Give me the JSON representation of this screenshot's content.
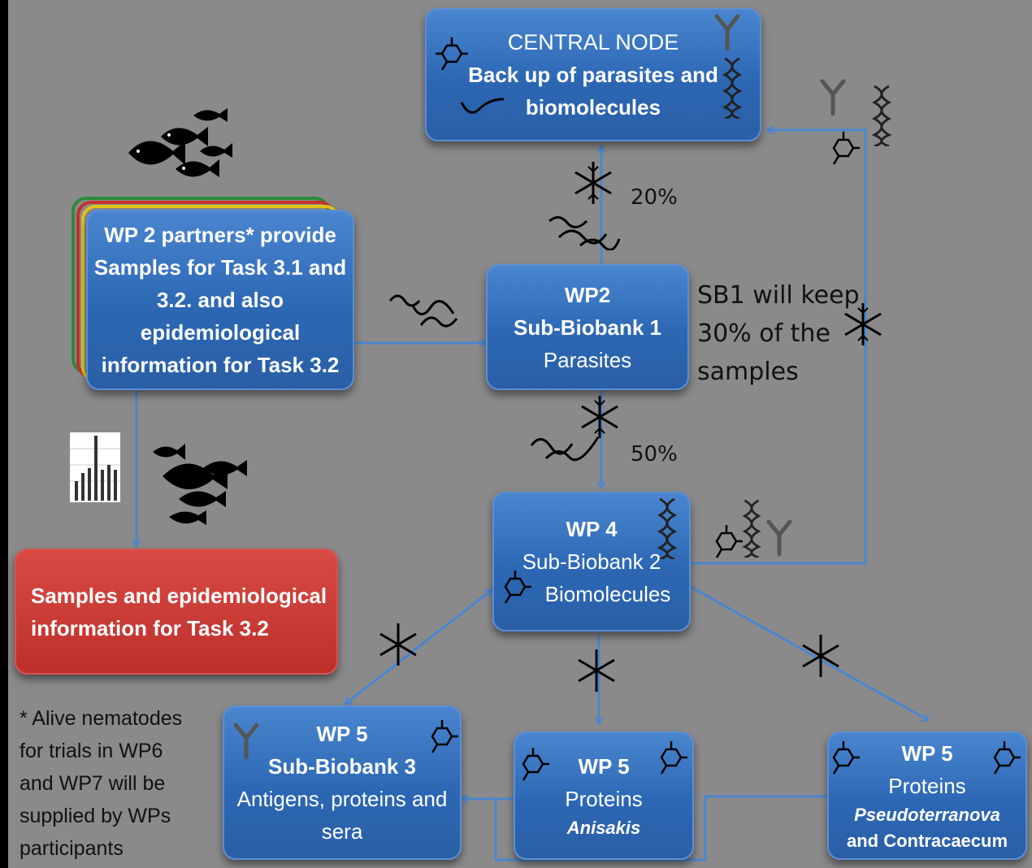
{
  "nodes": {
    "central": {
      "title": "CENTRAL NODE",
      "line2": "Back up of parasites and",
      "line3": "biomolecules"
    },
    "wp2_partners": {
      "line1": "WP 2 partners* provide",
      "line2": "Samples for Task 3.1 and",
      "line3": "3.2. and also",
      "line4": "epidemiological",
      "line5": "information for Task 3.2"
    },
    "sb1": {
      "title": "WP2",
      "line2": "Sub-Biobank 1",
      "line3": "Parasites"
    },
    "samples": {
      "line1": "Samples and epidemiological",
      "line2": "information  for Task 3.2"
    },
    "sb2": {
      "title": "WP 4",
      "line2": "Sub-Biobank 2",
      "line3": "Biomolecules"
    },
    "sb3": {
      "title": "WP 5",
      "line2": "Sub-Biobank 3",
      "line3": "Antigens, proteins and",
      "line4": "sera"
    },
    "anisakis": {
      "title": "WP 5",
      "line2": "Proteins",
      "line3": "Anisakis"
    },
    "pseudo": {
      "title": "WP 5",
      "line2": "Proteins",
      "line3": "Pseudoterranova",
      "line4": "and Contracaecum"
    }
  },
  "labels": {
    "pct20": "20%",
    "pct50": "50%",
    "sb1_note": [
      "SB1 will keep",
      "30% of the",
      "samples"
    ],
    "footnote": [
      "* Alive nematodes",
      "for trials in WP6",
      "and WP7 will be",
      "supplied by WPs",
      "participants"
    ]
  },
  "icons": [
    "fish-school-icon",
    "snowflake-icon",
    "worm-icon",
    "antibody-icon",
    "dna-icon",
    "molecule-icon",
    "bar-chart-icon"
  ],
  "colors": {
    "background": "#8a8a8a",
    "box_blue": "#2c67b4",
    "box_red": "#c0332e",
    "line": "#4a86cf"
  }
}
